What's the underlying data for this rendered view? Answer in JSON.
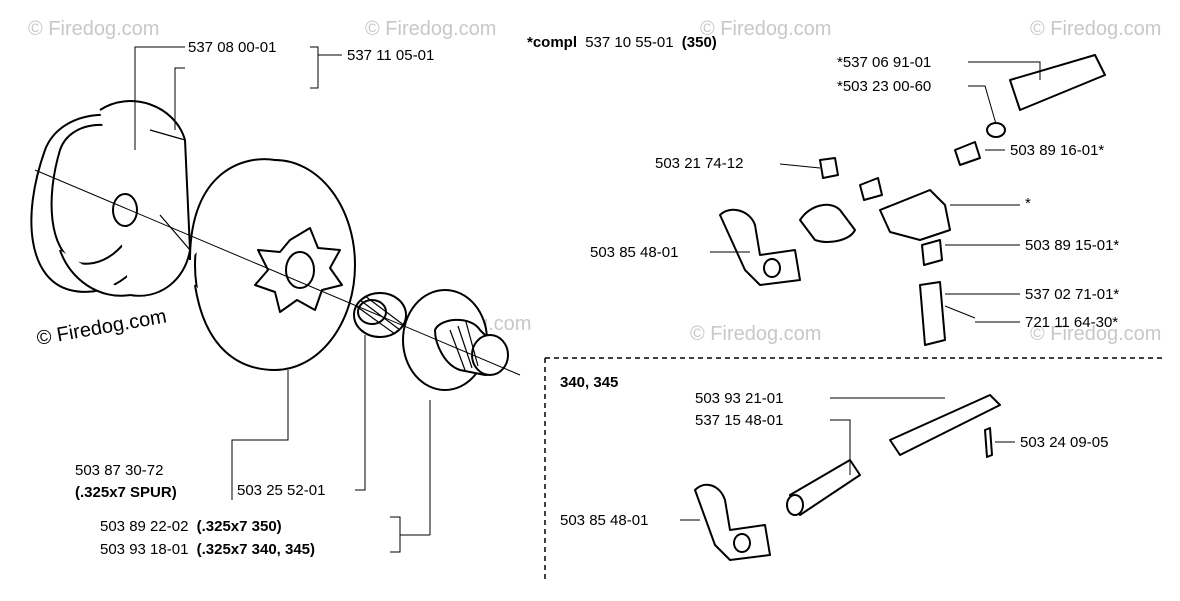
{
  "watermark": "© Firedog.com",
  "header": {
    "prefix": "*compl",
    "number": "537 10 55-01",
    "model": "(350)"
  },
  "section": {
    "models": "340, 345"
  },
  "labels": {
    "l1": "537 08 00-01",
    "l2": "537 11 05-01",
    "l3": "*537 06 91-01",
    "l4": "*503 23 00-60",
    "l5": "503 89 16-01*",
    "l6": "503 21 74-12",
    "l7": "*",
    "l8": "503 85 48-01",
    "l9": "503 89 15-01*",
    "l10": "537 02 71-01*",
    "l11": "721 11 64-30*",
    "l12": "503 87 30-72",
    "l12b": "(.325x7 SPUR)",
    "l13": "503 25 52-01",
    "l14": "503 89 22-02",
    "l14b": "(.325x7  350)",
    "l15": "503 93 18-01",
    "l15b": "(.325x7  340, 345)",
    "l16": "503 93 21-01",
    "l17": "537 15 48-01",
    "l18": "503 24 09-05",
    "l19": "503 85 48-01"
  }
}
